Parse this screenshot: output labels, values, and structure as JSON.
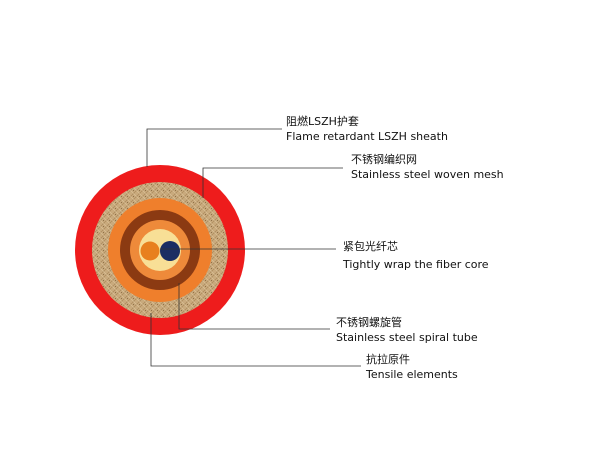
{
  "labels": [
    {
      "id": "sheath",
      "zh": "阻燃LSZH护套",
      "en": "Flame retardant LSZH sheath"
    },
    {
      "id": "mesh",
      "zh": "不锈钢编织网",
      "en": "Stainless steel woven mesh"
    },
    {
      "id": "core",
      "zh": "紧包光纤芯",
      "en": "Tightly wrap the fiber core"
    },
    {
      "id": "tube",
      "zh": "不锈钢螺旋管",
      "en": "Stainless steel spiral tube"
    },
    {
      "id": "tensile",
      "zh": "抗拉原件",
      "en": "Tensile elements"
    }
  ],
  "colors": {
    "sheath": "#ee1c1c",
    "mesh": "#c9aa7d",
    "tensile_outer": "#ef7f2c",
    "tube": "#8b3a12",
    "tensile_inner": "#ee8a3a",
    "core_fill": "#f8df96",
    "fiber_orange": "#e8801e",
    "fiber_navy": "#1b2d63"
  }
}
